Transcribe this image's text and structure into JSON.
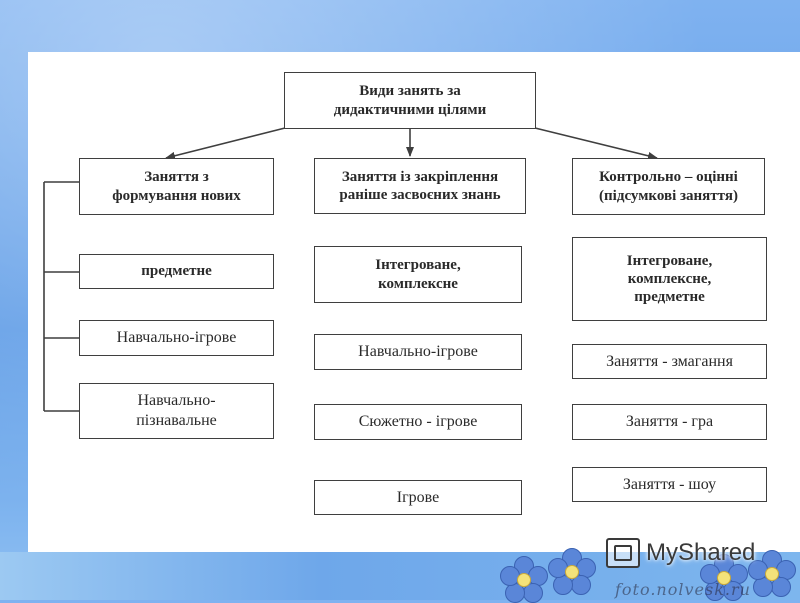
{
  "diagram": {
    "root": {
      "lines": [
        "Види занять за",
        "дидактичними цілями"
      ]
    },
    "columns": [
      {
        "header": {
          "lines": [
            "Заняття з",
            "формування нових"
          ]
        },
        "items": [
          {
            "lines": [
              "предметне"
            ],
            "bold": true
          },
          {
            "lines": [
              "Навчально-ігрове"
            ],
            "bold": false
          },
          {
            "lines": [
              "Навчально-",
              "пізнавальне"
            ],
            "bold": false
          }
        ]
      },
      {
        "header": {
          "lines": [
            "Заняття із закріплення",
            "раніше засвоєних знань"
          ]
        },
        "items": [
          {
            "lines": [
              "Інтегроване,",
              "комплексне"
            ],
            "bold": true
          },
          {
            "lines": [
              "Навчально-ігрове"
            ],
            "bold": false
          },
          {
            "lines": [
              "Сюжетно - ігрове"
            ],
            "bold": false
          },
          {
            "lines": [
              "Ігрове"
            ],
            "bold": false
          }
        ]
      },
      {
        "header": {
          "lines": [
            "Контрольно – оцінні",
            "(підсумкові заняття)"
          ]
        },
        "items": [
          {
            "lines": [
              "Інтегроване,",
              "комплексне,",
              "предметне"
            ],
            "bold": true
          },
          {
            "lines": [
              "Заняття - змагання"
            ],
            "bold": false
          },
          {
            "lines": [
              "Заняття - гра"
            ],
            "bold": false
          },
          {
            "lines": [
              "Заняття - шоу"
            ],
            "bold": false
          }
        ]
      }
    ]
  },
  "branding": {
    "logo_text": "MyShared",
    "logo_icon": "projector-screen-icon",
    "watermark_text": "foto.nolvesk.ru"
  },
  "colors": {
    "background_blue": "#6ea7ea",
    "slide_white": "#ffffff",
    "box_border": "#3f3f3f"
  }
}
